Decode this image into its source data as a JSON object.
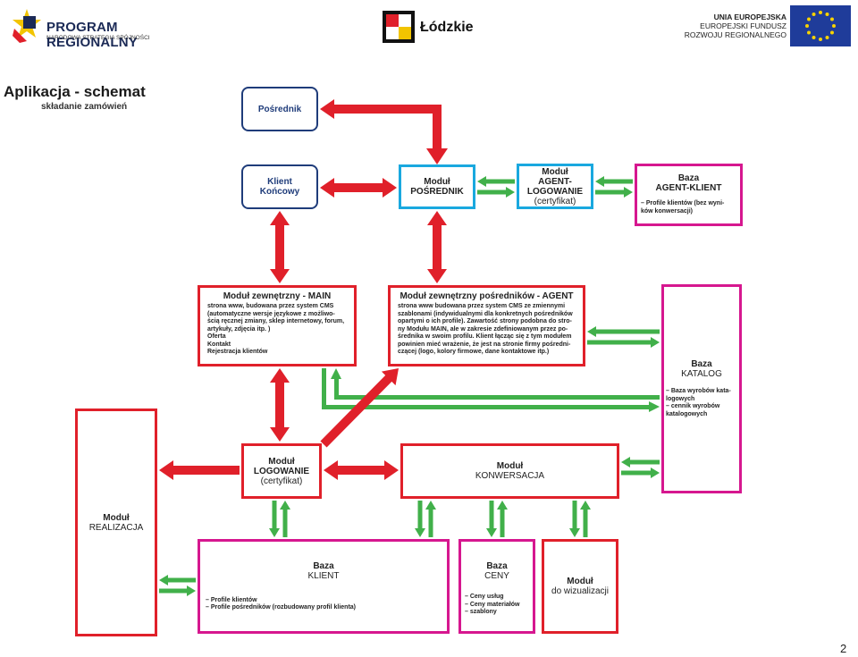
{
  "header": {
    "program_title": "PROGRAM REGIONALNY",
    "program_subtitle": "NARODOWA STRATEGIA SPÓJNOŚCI",
    "lodzkie": "Łódzkie",
    "eu_line1": "UNIA EUROPEJSKA",
    "eu_line2": "EUROPEJSKI FUNDUSZ",
    "eu_line3": "ROZWOJU REGIONALNEGO"
  },
  "slide": {
    "title": "Aplikacja - schemat",
    "subtitle": "składanie zamówień",
    "page_number": "2"
  },
  "colors": {
    "red": "#e0202a",
    "green": "#41b04a",
    "cyan": "#19a8df",
    "magenta": "#d6178f",
    "navy": "#1f3c7a"
  },
  "nodes": {
    "posrednik": {
      "label": "Pośrednik"
    },
    "klient_koncowy": {
      "line1": "Klient",
      "line2": "Końcowy"
    },
    "modul_posrednik": {
      "line1": "Moduł",
      "line2": "POŚREDNIK"
    },
    "modul_agent_log": {
      "line1": "Moduł",
      "line2": "AGENT-",
      "line3": "LOGOWANIE",
      "line4": "(certyfikat)"
    },
    "baza_agent_klient": {
      "line1": "Baza",
      "line2": "AGENT-KLIENT",
      "desc": "– Profile klientów (bez wyni-\nków konwersacji)"
    },
    "modul_main": {
      "title": "Moduł zewnętrzny - MAIN",
      "desc": "strona www, budowana przez system CMS\n(automatyczne wersje językowe z możliwo-\nścią ręcznej zmiany, sklep internetowy, forum,\nartykuły, zdjęcia itp. )\nOferta\nKontakt\nRejestracja klientów"
    },
    "modul_agent": {
      "title": "Moduł zewnętrzny pośredników - AGENT",
      "desc": "strona www budowana przez system CMS ze zmiennymi\nszablonami (indywidualnymi dla konkretnych pośredników\nopartymi o ich profile). Zawartość strony podobna do stro-\nny Modułu MAIN, ale w zakresie zdefiniowanym przez po-\nśrednika w swoim profilu. Klient łącząc się z tym modułem\npowinien mieć wrażenie, że jest na stronie firmy pośredni-\nczącej (logo, kolory firmowe, dane kontaktowe itp.)"
    },
    "baza_katalog": {
      "line1": "Baza",
      "line2": "KATALOG",
      "desc": "– Baza wyrobów kata-\nlogowych\n– cennik wyrobów\nkatalogowych"
    },
    "modul_logowanie": {
      "line1": "Moduł",
      "line2": "LOGOWANIE",
      "line3": "(certyfikat)"
    },
    "modul_konwersacja": {
      "line1": "Moduł",
      "line2": "KONWERSACJA"
    },
    "modul_realizacja": {
      "line1": "Moduł",
      "line2": "REALIZACJA"
    },
    "baza_klient": {
      "line1": "Baza",
      "line2": "KLIENT",
      "desc": "– Profile klientów\n– Profile pośredników (rozbudowany profil klienta)"
    },
    "baza_ceny": {
      "line1": "Baza",
      "line2": "CENY",
      "desc": "– Ceny usług\n– Ceny materiałów\n– szablony"
    },
    "modul_wizualizacja": {
      "line1": "Moduł",
      "line2": "do wizualizacji"
    }
  },
  "edges": [
    {
      "from": "modul_posrednik",
      "to": "posrednik",
      "color": "red",
      "style": "elbow"
    },
    {
      "from": "klient_koncowy",
      "to": "modul_posrednik",
      "color": "red",
      "style": "double"
    },
    {
      "from": "modul_posrednik",
      "to": "modul_agent_log",
      "color": "green",
      "style": "pair"
    },
    {
      "from": "modul_agent_log",
      "to": "baza_agent_klient",
      "color": "green",
      "style": "pair"
    },
    {
      "from": "klient_koncowy",
      "to": "modul_main",
      "color": "red",
      "style": "double"
    },
    {
      "from": "modul_posrednik",
      "to": "modul_agent",
      "color": "red",
      "style": "double"
    },
    {
      "from": "modul_agent",
      "to": "baza_katalog",
      "color": "green",
      "style": "pair"
    },
    {
      "from": "modul_main",
      "to": "baza_katalog",
      "color": "green",
      "style": "pair"
    },
    {
      "from": "modul_main",
      "to": "modul_logowanie",
      "color": "red",
      "style": "double"
    },
    {
      "from": "modul_logowanie",
      "to": "modul_agent",
      "color": "red",
      "style": "single"
    },
    {
      "from": "modul_logowanie",
      "to": "modul_realizacja",
      "color": "red",
      "style": "single"
    },
    {
      "from": "modul_logowanie",
      "to": "modul_konwersacja",
      "color": "red",
      "style": "double"
    },
    {
      "from": "modul_konwersacja",
      "to": "baza_katalog",
      "color": "green",
      "style": "pair"
    },
    {
      "from": "modul_logowanie",
      "to": "baza_klient",
      "color": "green",
      "style": "pair"
    },
    {
      "from": "modul_konwersacja",
      "to": "baza_klient",
      "color": "green",
      "style": "pair"
    },
    {
      "from": "modul_konwersacja",
      "to": "baza_ceny",
      "color": "green",
      "style": "pair"
    },
    {
      "from": "modul_konwersacja",
      "to": "modul_wizualizacja",
      "color": "green",
      "style": "pair"
    },
    {
      "from": "baza_klient",
      "to": "modul_realizacja",
      "color": "green",
      "style": "pair"
    }
  ]
}
